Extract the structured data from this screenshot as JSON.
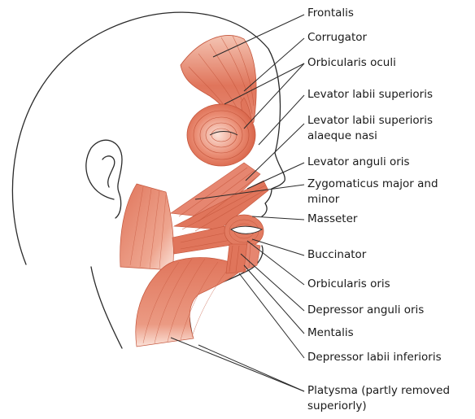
{
  "labels": {
    "frontalis": "Frontalis",
    "corrugator": "Corrugator",
    "orbicularis_oculi": "Orbicularis oculi",
    "levator_labii_superioris": "Levator labii superioris",
    "levator_labii_alaeque_1": "Levator labii superioris",
    "levator_labii_alaeque_2": "alaeque nasi",
    "levator_anguli_oris": "Levator anguli oris",
    "zygomaticus_1": "Zygomaticus major and",
    "zygomaticus_2": "minor",
    "masseter": "Masseter",
    "buccinator": "Buccinator",
    "orbicularis_oris": "Orbicularis oris",
    "depressor_anguli_oris": "Depressor anguli oris",
    "mentalis": "Mentalis",
    "depressor_labii_inferioris": "Depressor labii inferioris",
    "platysma_1": "Platysma (partly removed",
    "platysma_2": "superiorly)"
  },
  "colors": {
    "muscle": "#e0755b",
    "muscle_light": "#f2b8a6",
    "outline": "#2a2a2a"
  }
}
